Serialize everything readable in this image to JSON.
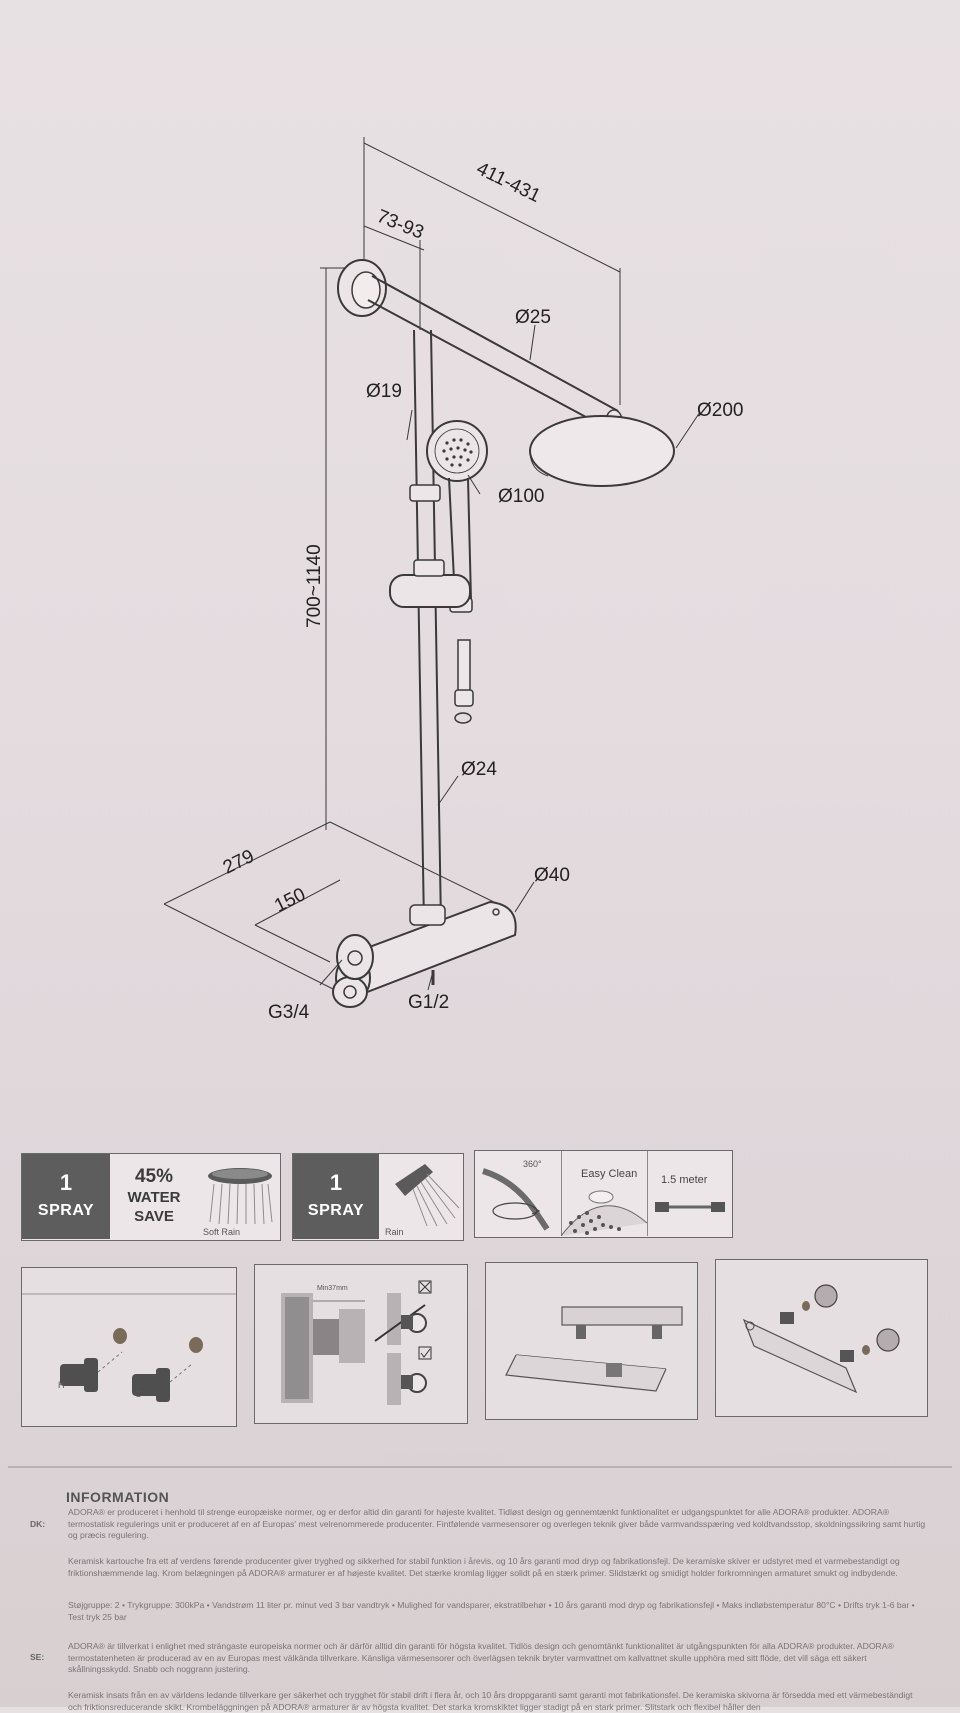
{
  "dimensions": {
    "arm_length": "411-431",
    "arm_offset": "73-93",
    "arm_diameter": "Ø25",
    "head_diameter": "Ø200",
    "hose_diameter": "Ø19",
    "hand_shower_diameter": "Ø100",
    "height_range": "700~1140",
    "rail_diameter": "Ø24",
    "body_diameter": "Ø40",
    "depth_total": "279",
    "depth_inner": "150",
    "inlet_thread": "G3/4",
    "outlet_thread": "G1/2"
  },
  "features": {
    "overhead": {
      "count": "1",
      "spray_word": "SPRAY",
      "save_pct": "45%",
      "save_line1": "WATER",
      "save_line2": "SAVE",
      "mode": "Soft Rain"
    },
    "hand": {
      "count": "1",
      "spray_word": "SPRAY",
      "mode": "Rain"
    },
    "swivel_angle": "360°",
    "easy_clean": "Easy Clean",
    "hose_length": "1.5 meter"
  },
  "install": {
    "hot_label": "H",
    "cold_label": "C",
    "height_note": "Min37mm"
  },
  "info": {
    "title": "INFORMATION",
    "dk_code": "DK:",
    "dk_p1": "ADORA® er produceret i henhold til strenge europæiske normer, og er derfor altid din garanti for højeste kvalitet. Tidløst design og gennemtænkt funktionalitet er udgangspunktet for alle ADORA® produkter. ADORA® termostatisk regulerings unit er produceret af en af Europas' mest velrenommerede producenter. Fintfølende varmesensorer og overlegen teknik giver både varmvandsspæring ved koldtvandsstop, skoldningssikring samt hurtig og præcis regulering.",
    "dk_p2": "Keramisk kartouche fra ett af verdens førende producenter giver tryghed og sikkerhed for stabil funktion i årevis, og 10 års garanti mod dryp og fabrikationsfejl. De keramiske skiver er udstyret med et varmebestandigt og friktionshæmmende lag. Krom belægningen på ADORA® armaturer er af højeste kvalitet. Det stærke kromlag ligger solidt på en stærk primer. Slidstærkt og smidigt holder forkromningen armaturet smukt og indbydende.",
    "dk_p3": "Støjgruppe: 2 • Trykgruppe: 300kPa • Vandstrøm 11 liter pr. minut ved 3 bar vandtryk • Mulighed for vandsparer, ekstratilbehør • 10 års garanti mod dryp og fabrikationsfejl • Maks indløbstemperatur 80°C • Drifts tryk 1-6 bar • Test tryk 25 bar",
    "se_code": "SE:",
    "se_p1": "ADORA® är tillverkat i enlighet med strängaste europeiska normer och är därför alltid din garanti för högsta kvalitet. Tidlös design och genomtänkt funktionalitet är utgångspunkten för alla ADORA® produkter. ADORA® termostatenheten är producerad av en av Europas mest välkända tillverkare. Känsliga värmesensorer och överlägsen teknik bryter varmvattnet om kallvattnet skulle upphöra med sitt flöde, det vill säga ett säkert skållningsskydd. Snabb och noggrann justering.",
    "se_p2": "Keramisk insats från en av världens ledande tillverkare ger säkerhet och trygghet för stabil drift i flera år, och 10 års droppgaranti samt garanti mot fabrikationsfel. De keramiska skivorna är försedda med ett värmebeständigt och friktionsreducerande skikt. Krombeläggningen på ADORA® armaturer är av högsta kvalitet. Det starka kromskiktet ligger stadigt på en stark primer. Slitstark och flexibel håller den"
  }
}
